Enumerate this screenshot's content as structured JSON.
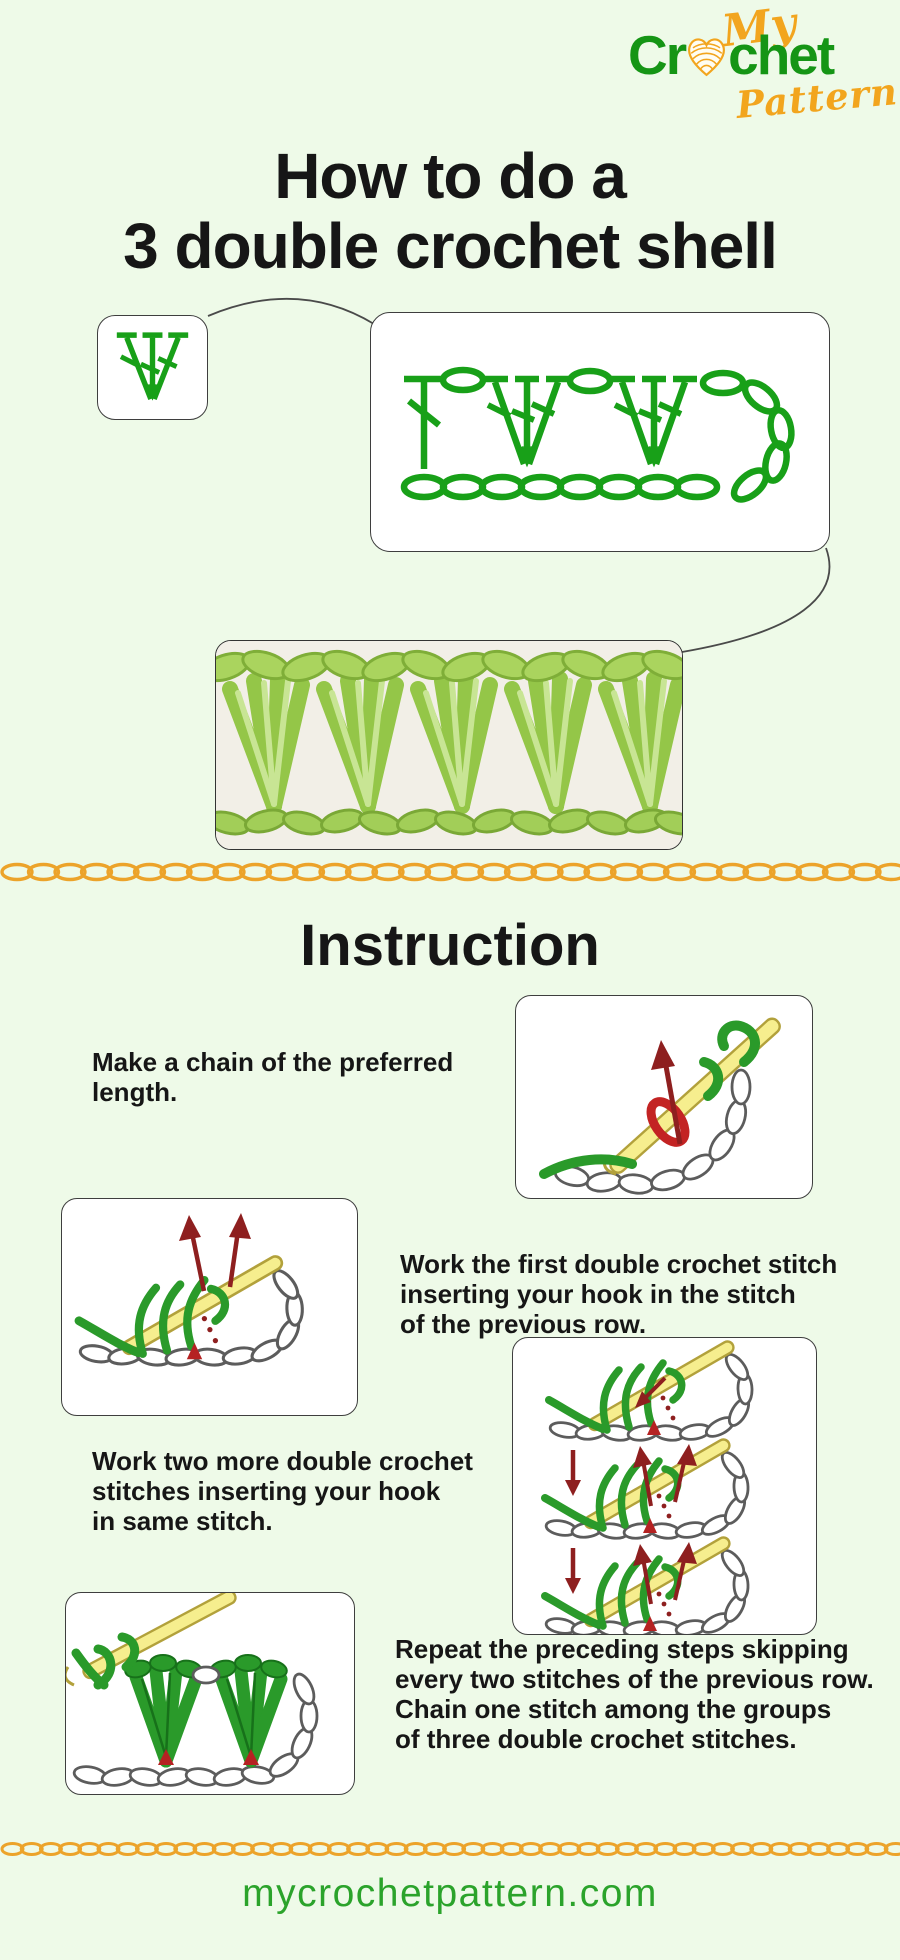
{
  "colors": {
    "bg": "#eefae8",
    "ink": "#161616",
    "green": "#18a018",
    "logo_green": "#159515",
    "orange": "#f2a51e",
    "gold": "#eca32a",
    "footer_green": "#2ba32b",
    "hook": "#f6ee8e",
    "yarn": "#2a9a2a",
    "red": "#c32323",
    "dkred": "#8e1f1f"
  },
  "logo": {
    "word_my": "My",
    "word_crochet_prefix": "Cr",
    "word_crochet_suffix": "chet",
    "word_pattern": "Pattern",
    "heart_icon": "yarn-heart-icon"
  },
  "title": {
    "line1": "How to do a",
    "line2": "3 double crochet shell"
  },
  "diagram": {
    "shell_symbol_icon": "3-double-crochet-shell-symbol",
    "chart_icon": "crochet-chart-row-with-chains",
    "photo": "green-shell-stitch-sample-photo",
    "divider_icon": "chain-stitch-divider"
  },
  "instruction": {
    "heading": "Instruction"
  },
  "steps": [
    {
      "text": "Make a chain of the preferred\nlength.",
      "illustration": "chain-with-hook-illustration",
      "image_side": "right"
    },
    {
      "text": "Work the first double crochet stitch\ninserting your hook in the stitch\nof the previous row.",
      "illustration": "first-double-crochet-illustration",
      "image_side": "left"
    },
    {
      "text": "Work two more double crochet\nstitches inserting your hook\nin same stitch.",
      "illustration": "three-double-crochet-sequence-illustration",
      "image_side": "right"
    },
    {
      "text": "Repeat the preceding steps skipping\nevery two stitches of the previous row.\nChain one stitch among the groups\nof three double crochet stitches.",
      "illustration": "repeat-shell-groups-illustration",
      "image_side": "left"
    }
  ],
  "footer": {
    "website": "mycrochetpattern.com"
  }
}
